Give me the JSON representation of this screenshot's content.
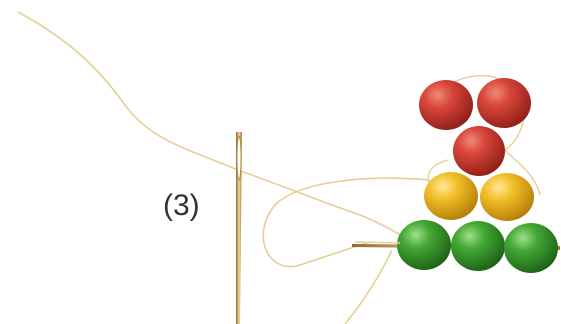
{
  "step_label": "(3)",
  "colors": {
    "background": "#ffffff",
    "thread": "#e8d29a",
    "needle": "#c9a75c",
    "bead_red": "#c9362f",
    "bead_yellow": "#e8b21a",
    "bead_green": "#3a9a2a",
    "label_text": "#333333"
  },
  "beads": {
    "red": 3,
    "yellow": 2,
    "green": 3
  }
}
